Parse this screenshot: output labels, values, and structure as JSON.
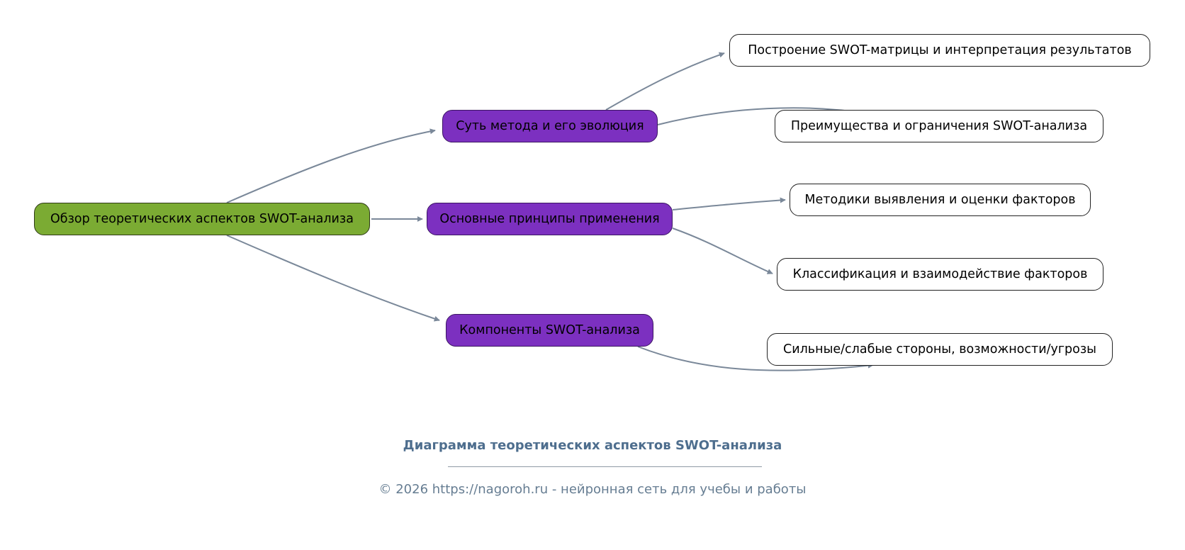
{
  "diagram": {
    "root": {
      "label": "Обзор теоретических аспектов SWOT-анализа"
    },
    "branches": [
      {
        "label": "Суть метода и его эволюция",
        "children": [
          "Построение SWOT-матрицы и интерпретация результатов",
          "Преимущества и ограничения SWOT-анализа"
        ]
      },
      {
        "label": "Основные принципы применения",
        "children": [
          "Методики выявления и оценки факторов",
          "Классификация и взаимодействие факторов"
        ]
      },
      {
        "label": "Компоненты SWOT-анализа",
        "children": [
          "Сильные/слабые стороны, возможности/угрозы"
        ]
      }
    ]
  },
  "footer": {
    "title": "Диаграмма теоретических аспектов SWOT-анализа",
    "copyright_prefix": "© 2026 ",
    "link": "https://nagoroh.ru",
    "copyright_suffix": " - нейронная сеть для учебы и работы"
  },
  "colors": {
    "root_fill": "#7BAB33",
    "branch_fill": "#7C30C0",
    "leaf_fill": "#FFFFFF",
    "connector": "#7A8899",
    "footer_title_text": "#4E6E8E",
    "footer_copyright_text": "#667D92"
  }
}
